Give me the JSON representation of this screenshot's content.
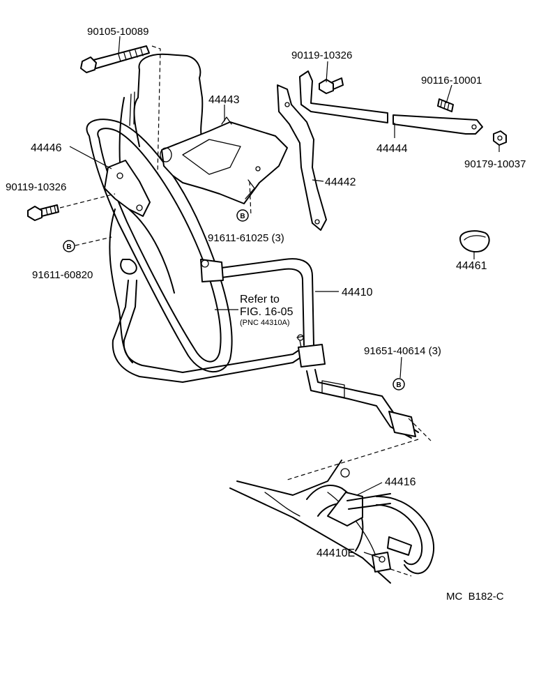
{
  "parts": {
    "bolt_top": "90105-10089",
    "bolt_bracket": "90119-10326",
    "stud": "90116-10001",
    "pulley_bracket": "44443",
    "belt_guard": "44446",
    "bolt_left": "90119-10326",
    "stay": "44444",
    "nut": "90179-10037",
    "bracket_arm": "44442",
    "clip_left": "91611-60820",
    "bolt_b": "91611-61025 (3)",
    "cap": "44461",
    "hose_pipe": "44410",
    "clamp": "91651-40614 (3)",
    "tube": "44416",
    "hose_e": "44410E"
  },
  "refer": {
    "line1": "Refer to",
    "line2": "FIG. 16-05",
    "line3": "(PNC 44310A)"
  },
  "marker_letter": "B",
  "code": "MC  B182-C"
}
